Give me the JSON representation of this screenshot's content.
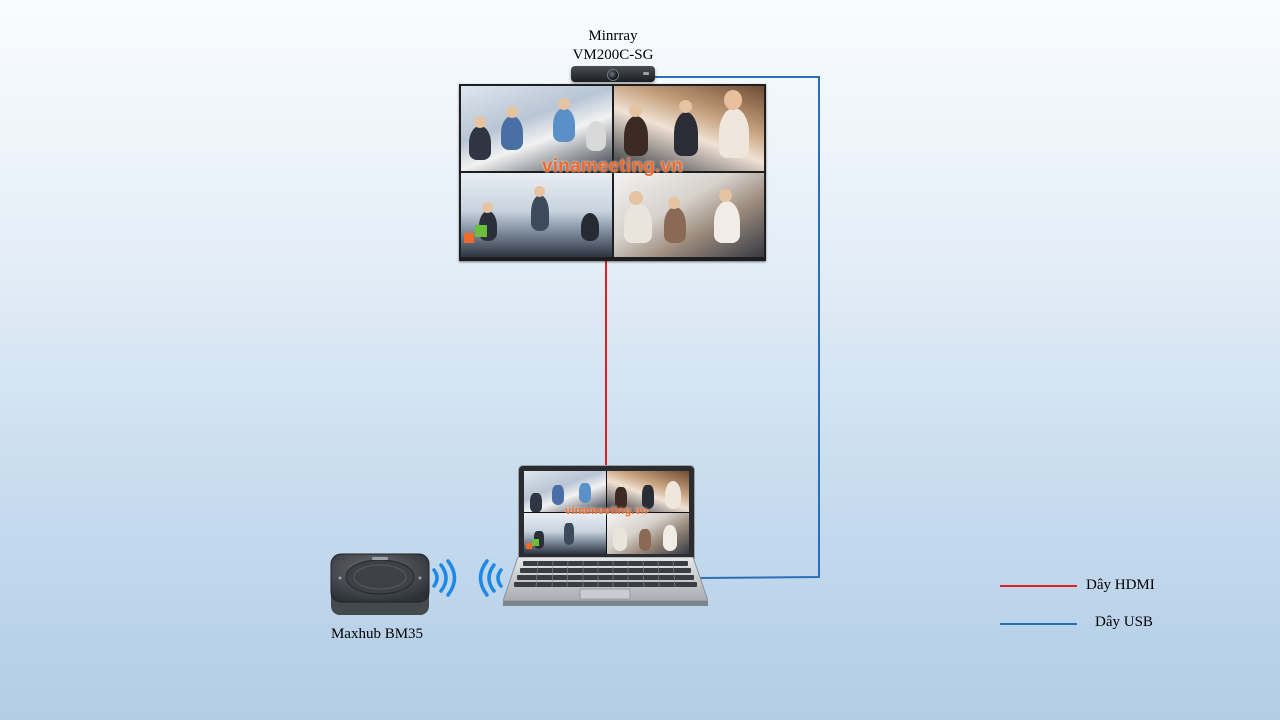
{
  "camera": {
    "brand": "Minrray",
    "model": "VM200C-SG"
  },
  "display": {
    "watermark": "vinameeting.vn"
  },
  "laptop": {
    "watermark": "vinameeting.vn"
  },
  "speakerphone": {
    "label": "Maxhub  BM35"
  },
  "legend": [
    {
      "label": "Dây  HDMI",
      "color": "#e02020"
    },
    {
      "label": "Dây  USB",
      "color": "#2b6fb8"
    }
  ],
  "colors": {
    "hdmi": "#e02020",
    "usb": "#2b6fb8",
    "wireless": "#1e88e5"
  }
}
